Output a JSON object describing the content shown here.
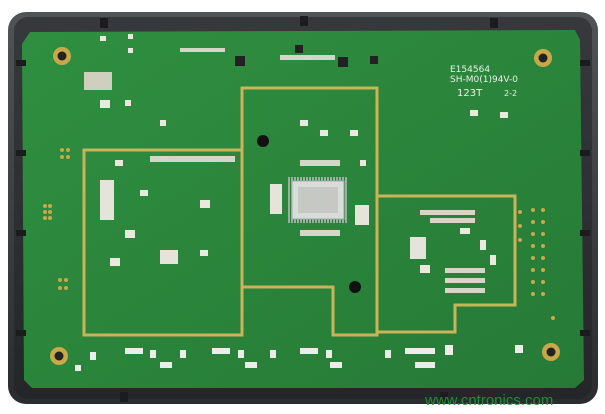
{
  "image": {
    "subject": "router-pcb-photo",
    "board_color": "#2f8a3e",
    "trace_color": "#c9b45a",
    "enclosure_color": "#3b3d40"
  },
  "silkscreen": {
    "cert_line1": "E154564",
    "cert_line2": "SH-M0(1)94V-0",
    "date_code": "123T",
    "rev": "2-2"
  },
  "watermark": "www.cntronics.com"
}
